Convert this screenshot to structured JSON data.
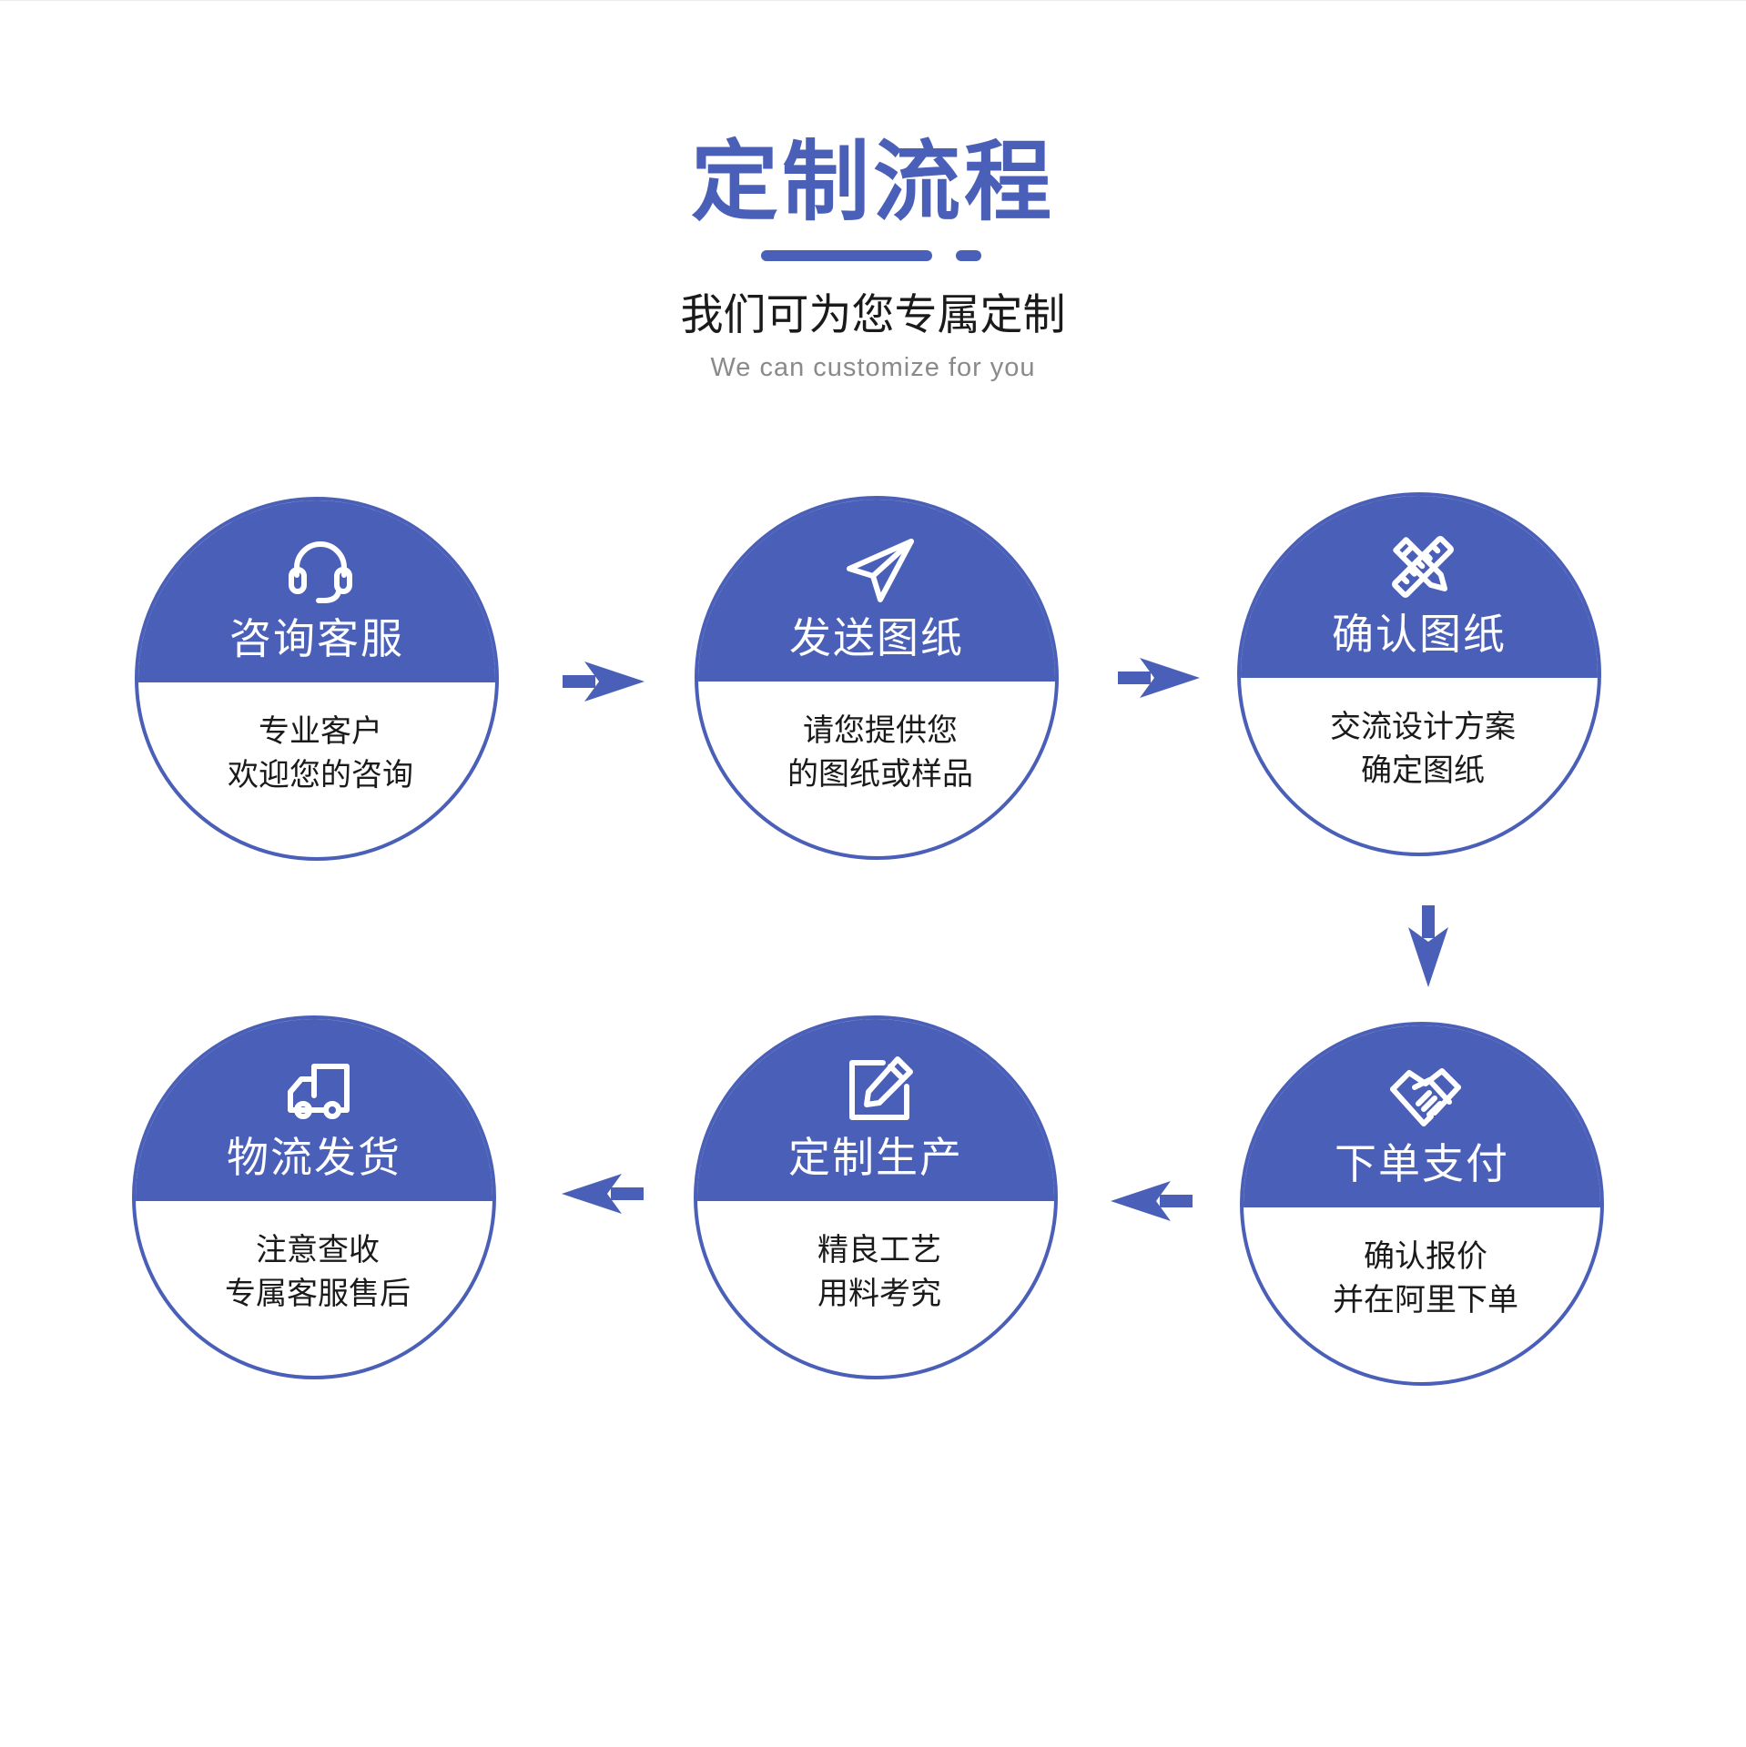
{
  "header": {
    "title": "定制流程",
    "subtitle": "我们可为您专属定制",
    "subtitle_en": "We can customize for you"
  },
  "colors": {
    "accent": "#4a5fb7",
    "text": "#1a1a1a",
    "muted": "#8a8a8a"
  },
  "steps": [
    {
      "title": "咨询客服",
      "lines": [
        "专业客户",
        "欢迎您的咨询"
      ],
      "icon": "headset-icon"
    },
    {
      "title": "发送图纸",
      "lines": [
        "请您提供您",
        "的图纸或样品"
      ],
      "icon": "paper-plane-icon"
    },
    {
      "title": "确认图纸",
      "lines": [
        "交流设计方案",
        "确定图纸"
      ],
      "icon": "pencil-ruler-icon"
    },
    {
      "title": "下单支付",
      "lines": [
        "确认报价",
        "并在阿里下单"
      ],
      "icon": "handshake-icon"
    },
    {
      "title": "定制生产",
      "lines": [
        "精良工艺",
        "用料考究"
      ],
      "icon": "edit-icon"
    },
    {
      "title": "物流发货",
      "lines": [
        "注意查收",
        "专属客服售后"
      ],
      "icon": "truck-icon"
    }
  ],
  "flow": {
    "order": [
      "咨询客服",
      "发送图纸",
      "确认图纸",
      "下单支付",
      "定制生产",
      "物流发货"
    ],
    "arrows": [
      "right",
      "right",
      "down",
      "left",
      "left"
    ]
  }
}
